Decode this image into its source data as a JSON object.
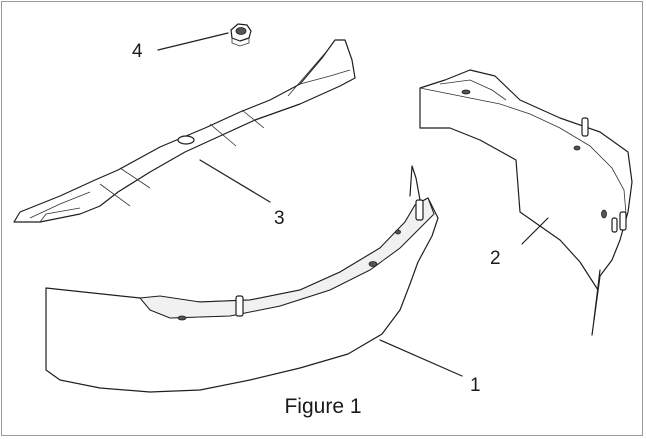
{
  "figure": {
    "caption": "Figure 1",
    "callouts": [
      {
        "id": "1",
        "label": "1"
      },
      {
        "id": "2",
        "label": "2"
      },
      {
        "id": "3",
        "label": "3"
      },
      {
        "id": "4",
        "label": "4"
      }
    ]
  }
}
